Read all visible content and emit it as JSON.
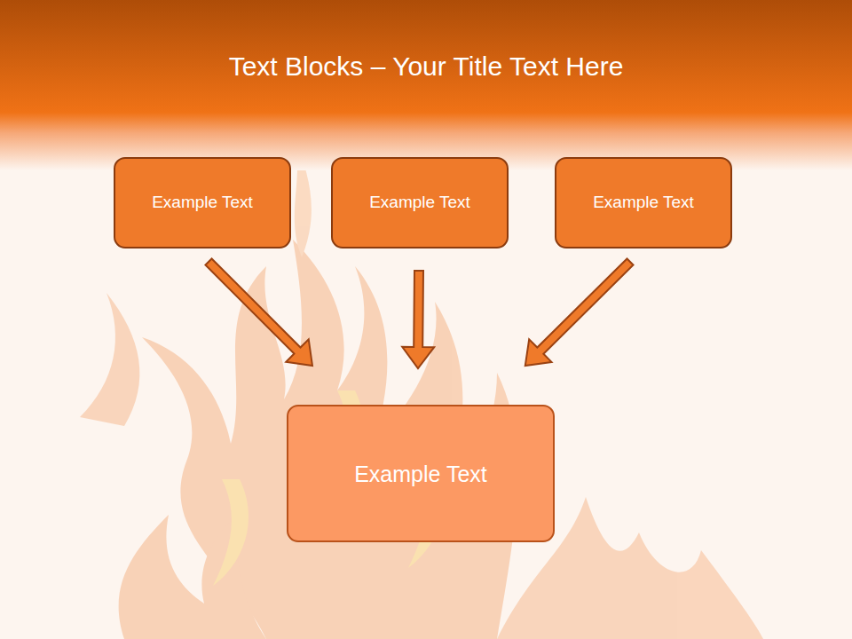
{
  "diagram": {
    "title": "Text Blocks – Your Title Text Here",
    "nodes": [
      {
        "text": [
          "Example Text"
        ]
      },
      {
        "text": [
          "Example Text"
        ]
      },
      {
        "text": [
          "Example Text"
        ]
      },
      {
        "text": [
          "Example Text"
        ]
      }
    ],
    "edges": [
      {
        "from": 0,
        "to": 3,
        "arrow": "to"
      },
      {
        "from": 1,
        "to": 3,
        "arrow": "to"
      },
      {
        "from": 2,
        "to": 3,
        "arrow": "to"
      }
    ]
  }
}
